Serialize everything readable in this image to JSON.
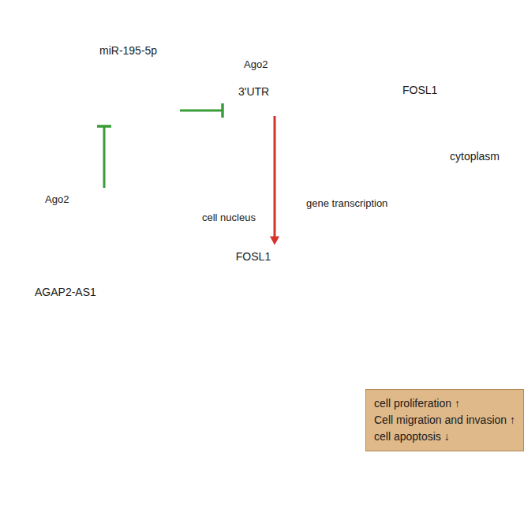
{
  "diagram": {
    "nodes": [
      {
        "text": [
          "cytoplasm"
        ]
      },
      {
        "text": [
          "cell nucleus"
        ],
        "in": 0
      },
      {
        "text": [
          "miR-195-5p"
        ],
        "in": 0
      },
      {
        "text": [
          "Ago2",
          "AGAP2-AS1"
        ],
        "in": 0
      },
      {
        "text": [
          "Ago2",
          "3'UTR",
          "FOSL1"
        ],
        "in": 0
      },
      {
        "text": [
          "FOSL1"
        ],
        "in": 1
      },
      {
        "text": [
          "cell proliferation ↑",
          "Cell migration and invasion ↑",
          "cell apoptosis ↓"
        ]
      }
    ],
    "edges": [
      {
        "from": 3,
        "to": 2,
        "arrow": "to"
      },
      {
        "from": 2,
        "to": 4,
        "arrow": "to"
      },
      {
        "from": 4,
        "to": 5,
        "arrow": "to"
      }
    ],
    "labels": [
      "gene transcription"
    ]
  }
}
